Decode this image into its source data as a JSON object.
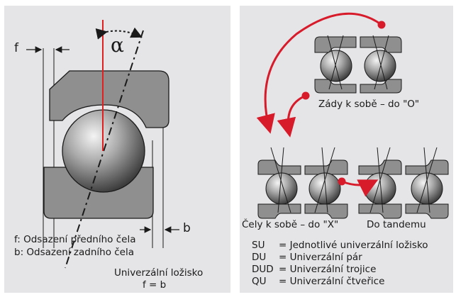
{
  "left_panel": {
    "alpha_symbol": "α",
    "f_marker": "f",
    "b_marker": "b",
    "f_description": "f: Odsazení předního čela",
    "b_description": "b: Odsazení zadního čela",
    "caption_line1": "Univerzální ložisko",
    "caption_line2": "f = b",
    "colors": {
      "contact_line": "#e02020",
      "ring": "#8a8a8a",
      "panel": "#e5e5e8"
    }
  },
  "right_panel": {
    "back_to_back_label": "Zády k sobě – do \"O\"",
    "face_to_face_label": "Čely k sobě – do \"X\"",
    "tandem_label": "Do tandemu",
    "legend": [
      {
        "code": "SU",
        "description": "= Jednotlivé univerzální ložisko"
      },
      {
        "code": "DU",
        "description": "= Univerzální pár"
      },
      {
        "code": "DUD",
        "description": "= Univerzální trojice"
      },
      {
        "code": "QU",
        "description": "= Univerzální čtveřice"
      }
    ],
    "colors": {
      "arrow": "#d81b2a"
    }
  }
}
